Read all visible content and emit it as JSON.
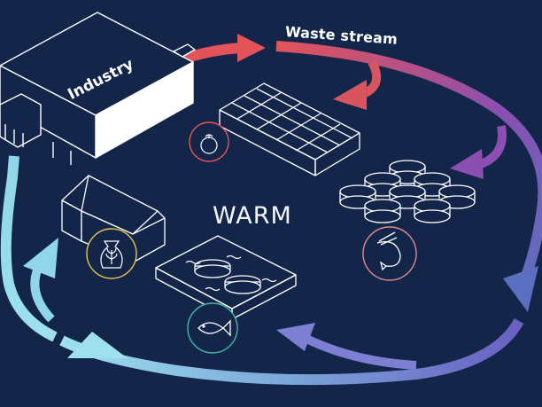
{
  "labels": {
    "waste_stream": "Waste stream",
    "industry": "Industry",
    "logo": "WARM"
  },
  "colors": {
    "background": "#13264a",
    "outline": "#ffffff",
    "arrow_red": "#e2535a",
    "arrow_purple": "#8a4fb0",
    "arrow_blue": "#5b6fc0",
    "arrow_cyan": "#8fd6e8",
    "fruit_circle": "#e2535a",
    "grain_circle": "#e8c34a",
    "shrimp_circle": "#e08a8f",
    "fish_circle": "#43b8a6"
  },
  "icons": [
    "fruit-icon",
    "grain-sack-icon",
    "shrimp-icon",
    "fish-icon"
  ]
}
